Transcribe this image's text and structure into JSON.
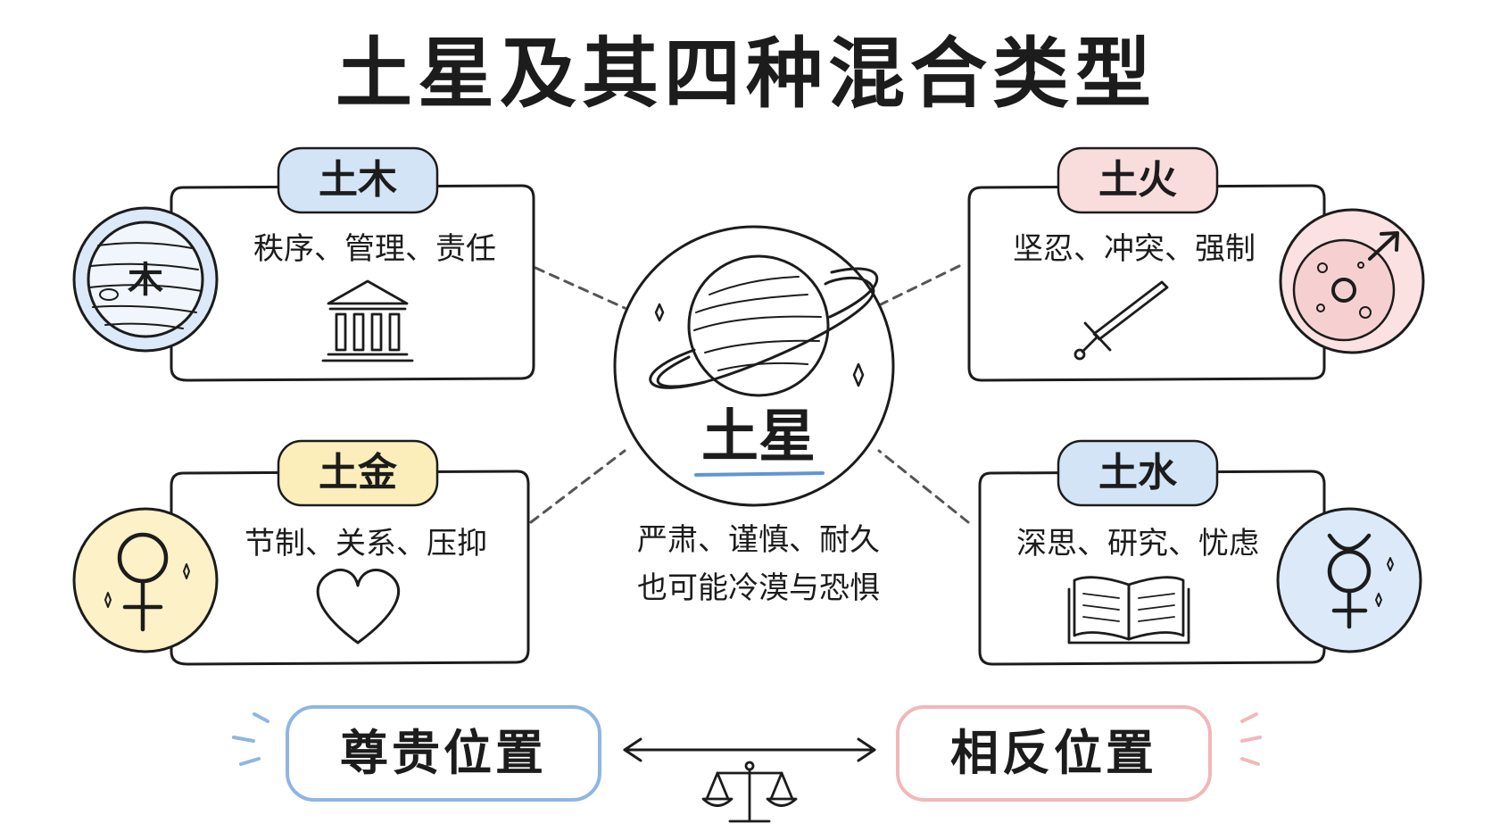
{
  "title": "土星及其四种混合类型",
  "center": {
    "label": "土星",
    "desc_line1": "严肃、谨慎、耐久",
    "desc_line2": "也可能冷漠与恐惧",
    "icon": "saturn-icon"
  },
  "cards": {
    "jupiter": {
      "tag": "土木",
      "keywords": "秩序、管理、责任",
      "planet_label": "木",
      "icon": "bank-building-icon",
      "tag_color": "#d3e4f7",
      "circle_color": "#dbe9f8"
    },
    "mars": {
      "tag": "土火",
      "keywords": "坚忍、冲突、强制",
      "icon": "sword-icon",
      "planet_symbol": "mars-symbol-icon",
      "tag_color": "#f9dcdc",
      "circle_color": "#fbe1e1"
    },
    "venus": {
      "tag": "土金",
      "keywords": "节制、关系、压抑",
      "icon": "heart-icon",
      "planet_symbol": "venus-symbol-icon",
      "tag_color": "#fbeebb",
      "circle_color": "#fcf1c7"
    },
    "mercury": {
      "tag": "土水",
      "keywords": "深思、研究、忧虑",
      "icon": "open-book-icon",
      "planet_symbol": "mercury-symbol-icon",
      "tag_color": "#d3e4f7",
      "circle_color": "#dbe9f8"
    }
  },
  "positions": {
    "dignified": "尊贵位置",
    "opposite": "相反位置",
    "dignified_color": "#8fb6e2",
    "opposite_color": "#f0b8b8",
    "balance_icon": "balance-scale-icon"
  }
}
